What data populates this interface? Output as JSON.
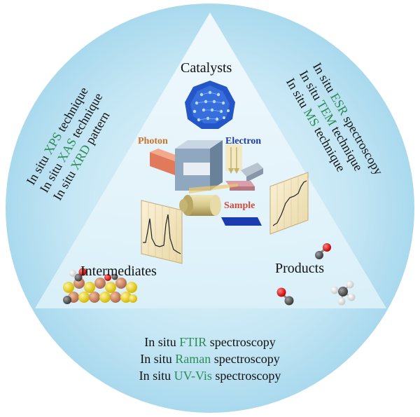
{
  "diagram": {
    "corners": {
      "top": "Catalysts",
      "left": "Intermediates",
      "right": "Products"
    },
    "instrument_labels": {
      "photon": "Photon",
      "electron": "Electron",
      "sample": "Sample"
    },
    "left_techniques": [
      {
        "prefix": "In situ ",
        "name": "XPS",
        "suffix": " technique"
      },
      {
        "prefix": "In situ ",
        "name": "XAS",
        "suffix": " technique"
      },
      {
        "prefix": "In situ ",
        "name": "XRD",
        "suffix": " pattern"
      }
    ],
    "right_techniques": [
      {
        "prefix": "In situ ",
        "name": "ESR",
        "suffix": " spectroscopy"
      },
      {
        "prefix": "In situ ",
        "name": "TEM",
        "suffix": " technique"
      },
      {
        "prefix": "In situ ",
        "name": "MS",
        "suffix": " technique"
      }
    ],
    "bottom_techniques": [
      {
        "prefix": "In situ ",
        "name": "FTIR",
        "suffix": " spectroscopy"
      },
      {
        "prefix": "In situ ",
        "name": "Raman",
        "suffix": " spectroscopy"
      },
      {
        "prefix": "In situ ",
        "name": "UV-Vis",
        "suffix": " spectroscopy"
      }
    ],
    "colors": {
      "circle": "#bfe3f2",
      "circle_edge": "#d8eff8",
      "triangle": "#e4f4fb",
      "technique_name": "#2e8b57"
    }
  }
}
